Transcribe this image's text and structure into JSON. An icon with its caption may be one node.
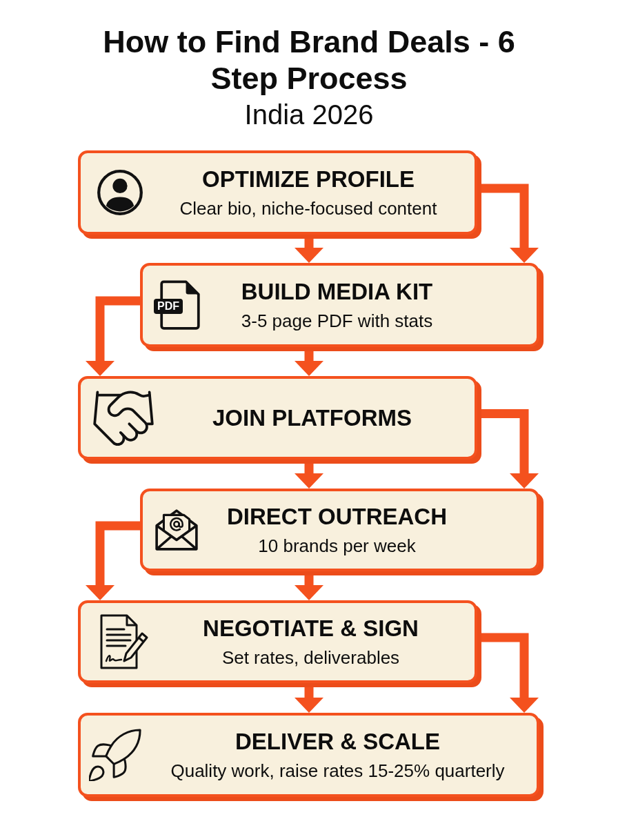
{
  "diagram": {
    "title": "How to Find Brand Deals - 6 Step Process",
    "nodes": [
      {
        "text": [
          "OPTIMIZE PROFILE",
          "Clear bio, niche-focused content"
        ]
      },
      {
        "text": [
          "BUILD MEDIA KIT",
          "3-5 page PDF with stats"
        ]
      },
      {
        "text": [
          "JOIN PLATFORMS"
        ]
      },
      {
        "text": [
          "DIRECT OUTREACH",
          "10 brands per week"
        ]
      },
      {
        "text": [
          "NEGOTIATE & SIGN",
          "Set rates, deliverables"
        ]
      },
      {
        "text": [
          "DELIVER & SCALE",
          "Quality work, raise rates 15-25% quarterly"
        ]
      }
    ],
    "edges": [
      {
        "from": 0,
        "to": 1,
        "arrow": "to"
      },
      {
        "from": 0,
        "to": 1,
        "arrow": "to"
      },
      {
        "from": 1,
        "to": 2,
        "arrow": "to"
      },
      {
        "from": 1,
        "to": 2,
        "arrow": "to"
      },
      {
        "from": 2,
        "to": 3,
        "arrow": "to"
      },
      {
        "from": 2,
        "to": 3,
        "arrow": "to"
      },
      {
        "from": 3,
        "to": 4,
        "arrow": "to"
      },
      {
        "from": 3,
        "to": 4,
        "arrow": "to"
      },
      {
        "from": 4,
        "to": 5,
        "arrow": "to"
      },
      {
        "from": 4,
        "to": 5,
        "arrow": "to"
      }
    ],
    "labels": [
      "India 2026",
      "PDF"
    ]
  }
}
